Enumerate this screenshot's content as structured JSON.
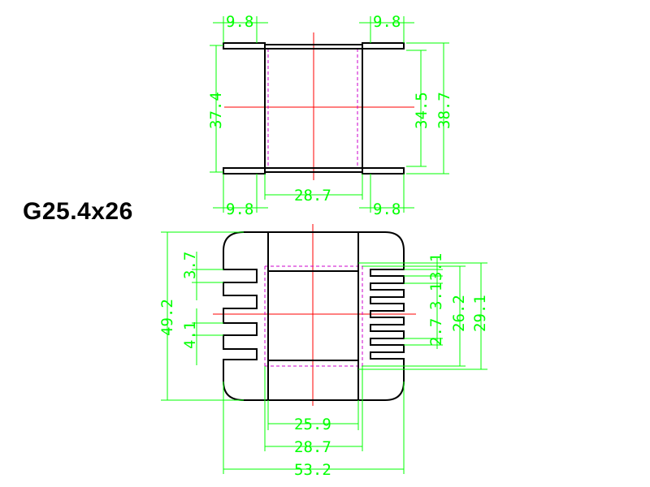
{
  "title": "G25.4x26",
  "colors": {
    "outline": "#000000",
    "dimension": "#00ff00",
    "centerline": "#ff0000",
    "hidden": "#cc00cc",
    "background": "#ffffff"
  },
  "top_view": {
    "dim_flange_left_top": "9.8",
    "dim_flange_right_top": "9.8",
    "dim_height_left": "37.4",
    "dim_inner_height": "34.5",
    "dim_height_right": "38.7",
    "dim_flange_left_bottom": "9.8",
    "dim_width_center": "28.7",
    "dim_flange_right_bottom": "9.8"
  },
  "bottom_view": {
    "dim_overall_height": "49.2",
    "dim_left_pitch_top": "3.7",
    "dim_left_pitch_bottom": "4.1",
    "dim_right_pitch_top": "3.1",
    "dim_right_pitch_mid": "3.1",
    "dim_right_pitch_bottom": "2.7",
    "dim_right_inner": "26.2",
    "dim_right_outer": "29.1",
    "dim_window_width": "25.9",
    "dim_core_width": "28.7",
    "dim_overall_width": "53.2"
  }
}
